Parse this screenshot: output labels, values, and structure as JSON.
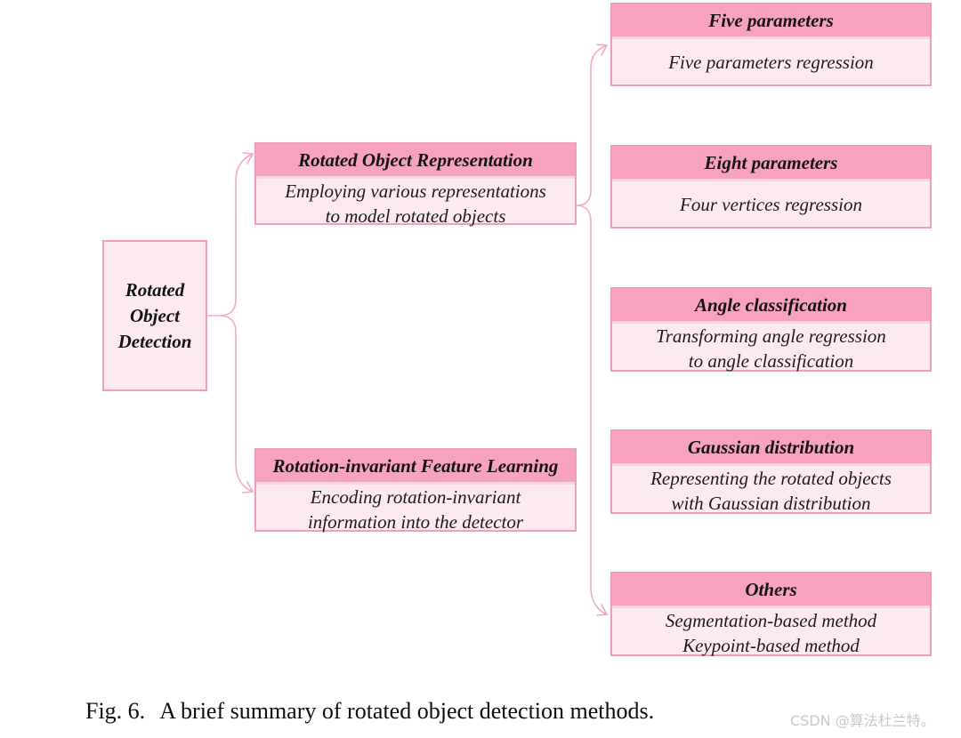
{
  "colors": {
    "header_bg": "#F7A3C0",
    "body_bg": "#FDE9F2",
    "box_border": "#F09EBC",
    "header_divider": "#FBD3E2",
    "connector": "#F5A8C2",
    "text": "#141414",
    "watermark_text": "#C8C8C8",
    "background": "#FFFFFF"
  },
  "root": {
    "title_lines": [
      "Rotated",
      "Object",
      "Detection"
    ]
  },
  "branches": [
    {
      "title": "Rotated Object Representation",
      "body": [
        "Employing various representations",
        "to model rotated objects"
      ]
    },
    {
      "title": "Rotation-invariant Feature Learning",
      "body": [
        "Encoding rotation-invariant",
        "information into the detector"
      ]
    }
  ],
  "leaves": [
    {
      "title": "Five parameters",
      "body": [
        "Five parameters regression"
      ]
    },
    {
      "title": "Eight parameters",
      "body": [
        "Four vertices regression"
      ]
    },
    {
      "title": "Angle classification",
      "body": [
        "Transforming angle regression",
        "to angle classification"
      ]
    },
    {
      "title": "Gaussian distribution",
      "body": [
        "Representing the rotated objects",
        "with Gaussian distribution"
      ]
    },
    {
      "title": "Others",
      "body": [
        "Segmentation-based method",
        "Keypoint-based method"
      ]
    }
  ],
  "caption": {
    "label": "Fig. 6.",
    "text": "A brief summary of rotated object detection methods."
  },
  "watermark": "CSDN @算法杜兰特。"
}
